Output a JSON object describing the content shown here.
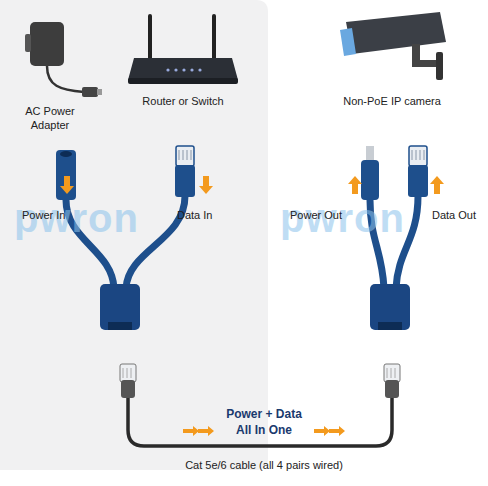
{
  "diagram": {
    "nodes": [
      {
        "text": [
          "AC Power Adapter"
        ]
      },
      {
        "text": [
          "Router or Switch"
        ]
      },
      {
        "text": [
          "Non-PoE IP camera"
        ]
      }
    ],
    "labels": [
      "Power In",
      "Data In",
      "Power Out",
      "Data Out",
      "pwron",
      "pwron",
      "Power + Data All In One",
      "Cat 5e/6 cable (all 4 pairs wired)"
    ]
  }
}
